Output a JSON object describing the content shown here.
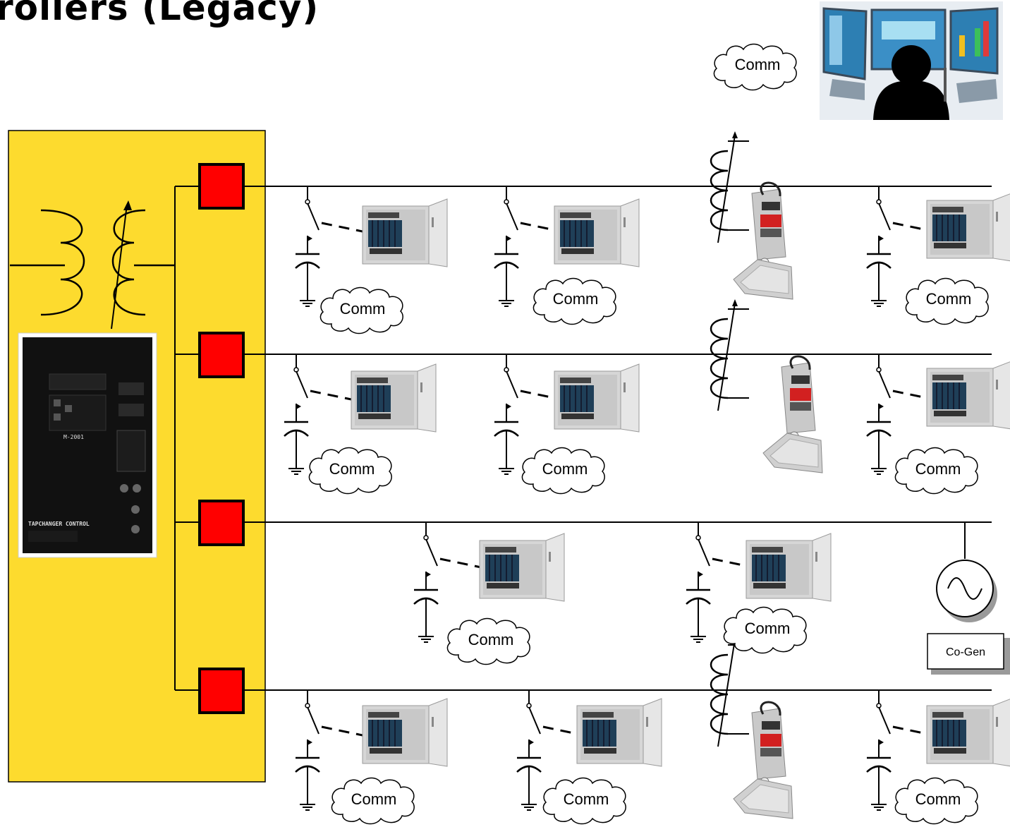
{
  "title": "rollers (Legacy)",
  "labels": {
    "comm": "Comm",
    "cogen": "Co-Gen",
    "controller_model": "M-2001",
    "panel_model": "M-2001",
    "panel_name": "TAPCHANGER CONTROL"
  },
  "icons": [
    "operator-workstation-icon",
    "tapchanger-control-panel-icon",
    "capacitor-control-cabinet-icon",
    "regulator-control-cabinet-icon",
    "generator-icon",
    "capacitor-icon",
    "switch-icon",
    "ground-icon"
  ],
  "colors": {
    "substation": "#fddb2e",
    "breaker": "#ff0000",
    "line": "#000000"
  }
}
